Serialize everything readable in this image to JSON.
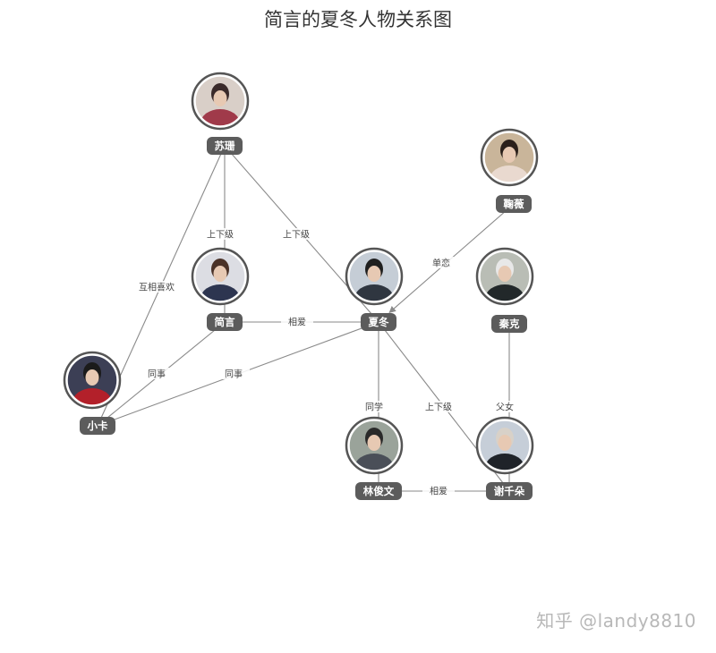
{
  "title": "简言的夏冬人物关系图",
  "watermark": "知乎 @landy8810",
  "nodes": [
    {
      "id": "suShan",
      "name": "苏珊",
      "icon": "portrait-photo",
      "palette": [
        "#d9cfc8",
        "#a03a4a",
        "#3a2a2a"
      ]
    },
    {
      "id": "juWei",
      "name": "鞠薇",
      "icon": "portrait-photo",
      "palette": [
        "#c9b59a",
        "#e9d9cf",
        "#2a1f1a"
      ]
    },
    {
      "id": "jianYan",
      "name": "简言",
      "icon": "portrait-photo",
      "palette": [
        "#dcdde3",
        "#2d3550",
        "#4a3228"
      ]
    },
    {
      "id": "xiaDong",
      "name": "夏冬",
      "icon": "portrait-photo",
      "palette": [
        "#c5cdd6",
        "#2f3640",
        "#1f1f1f"
      ]
    },
    {
      "id": "qinKe",
      "name": "秦克",
      "icon": "portrait-photo",
      "palette": [
        "#b9bdb5",
        "#22282a",
        "#e8e8e8"
      ]
    },
    {
      "id": "xiaoKa",
      "name": "小卡",
      "icon": "portrait-photo",
      "palette": [
        "#3c3f55",
        "#b3202a",
        "#1b1b1b"
      ]
    },
    {
      "id": "linJunWen",
      "name": "林俊文",
      "icon": "portrait-photo",
      "palette": [
        "#9aa39a",
        "#4a4f58",
        "#2a2a2a"
      ]
    },
    {
      "id": "xieQianDuo",
      "name": "谢千朵",
      "icon": "portrait-photo",
      "palette": [
        "#c6ced8",
        "#1f2329",
        "#d8d1c8"
      ]
    }
  ],
  "edges": [
    {
      "from": "suShan",
      "to": "jianYan",
      "label": "上下级"
    },
    {
      "from": "suShan",
      "to": "xiaDong",
      "label": "上下级"
    },
    {
      "from": "suShan",
      "to": "xiaoKa",
      "label": "互相喜欢"
    },
    {
      "from": "juWei",
      "to": "xiaDong",
      "label": "单恋",
      "arrow": true
    },
    {
      "from": "jianYan",
      "to": "xiaDong",
      "label": "相爱"
    },
    {
      "from": "jianYan",
      "to": "xiaoKa",
      "label": "同事"
    },
    {
      "from": "xiaDong",
      "to": "xiaoKa",
      "label": "同事"
    },
    {
      "from": "xiaDong",
      "to": "linJunWen",
      "label": "同学"
    },
    {
      "from": "xiaDong",
      "to": "xieQianDuo",
      "label": "上下级"
    },
    {
      "from": "qinKe",
      "to": "xieQianDuo",
      "label": "父女"
    },
    {
      "from": "linJunWen",
      "to": "xieQianDuo",
      "label": "相爱"
    }
  ],
  "colors": {
    "edge": "#8a8a8a",
    "ring": "#555555",
    "name_bg": "#5c5c5c",
    "name_text": "#ffffff"
  }
}
